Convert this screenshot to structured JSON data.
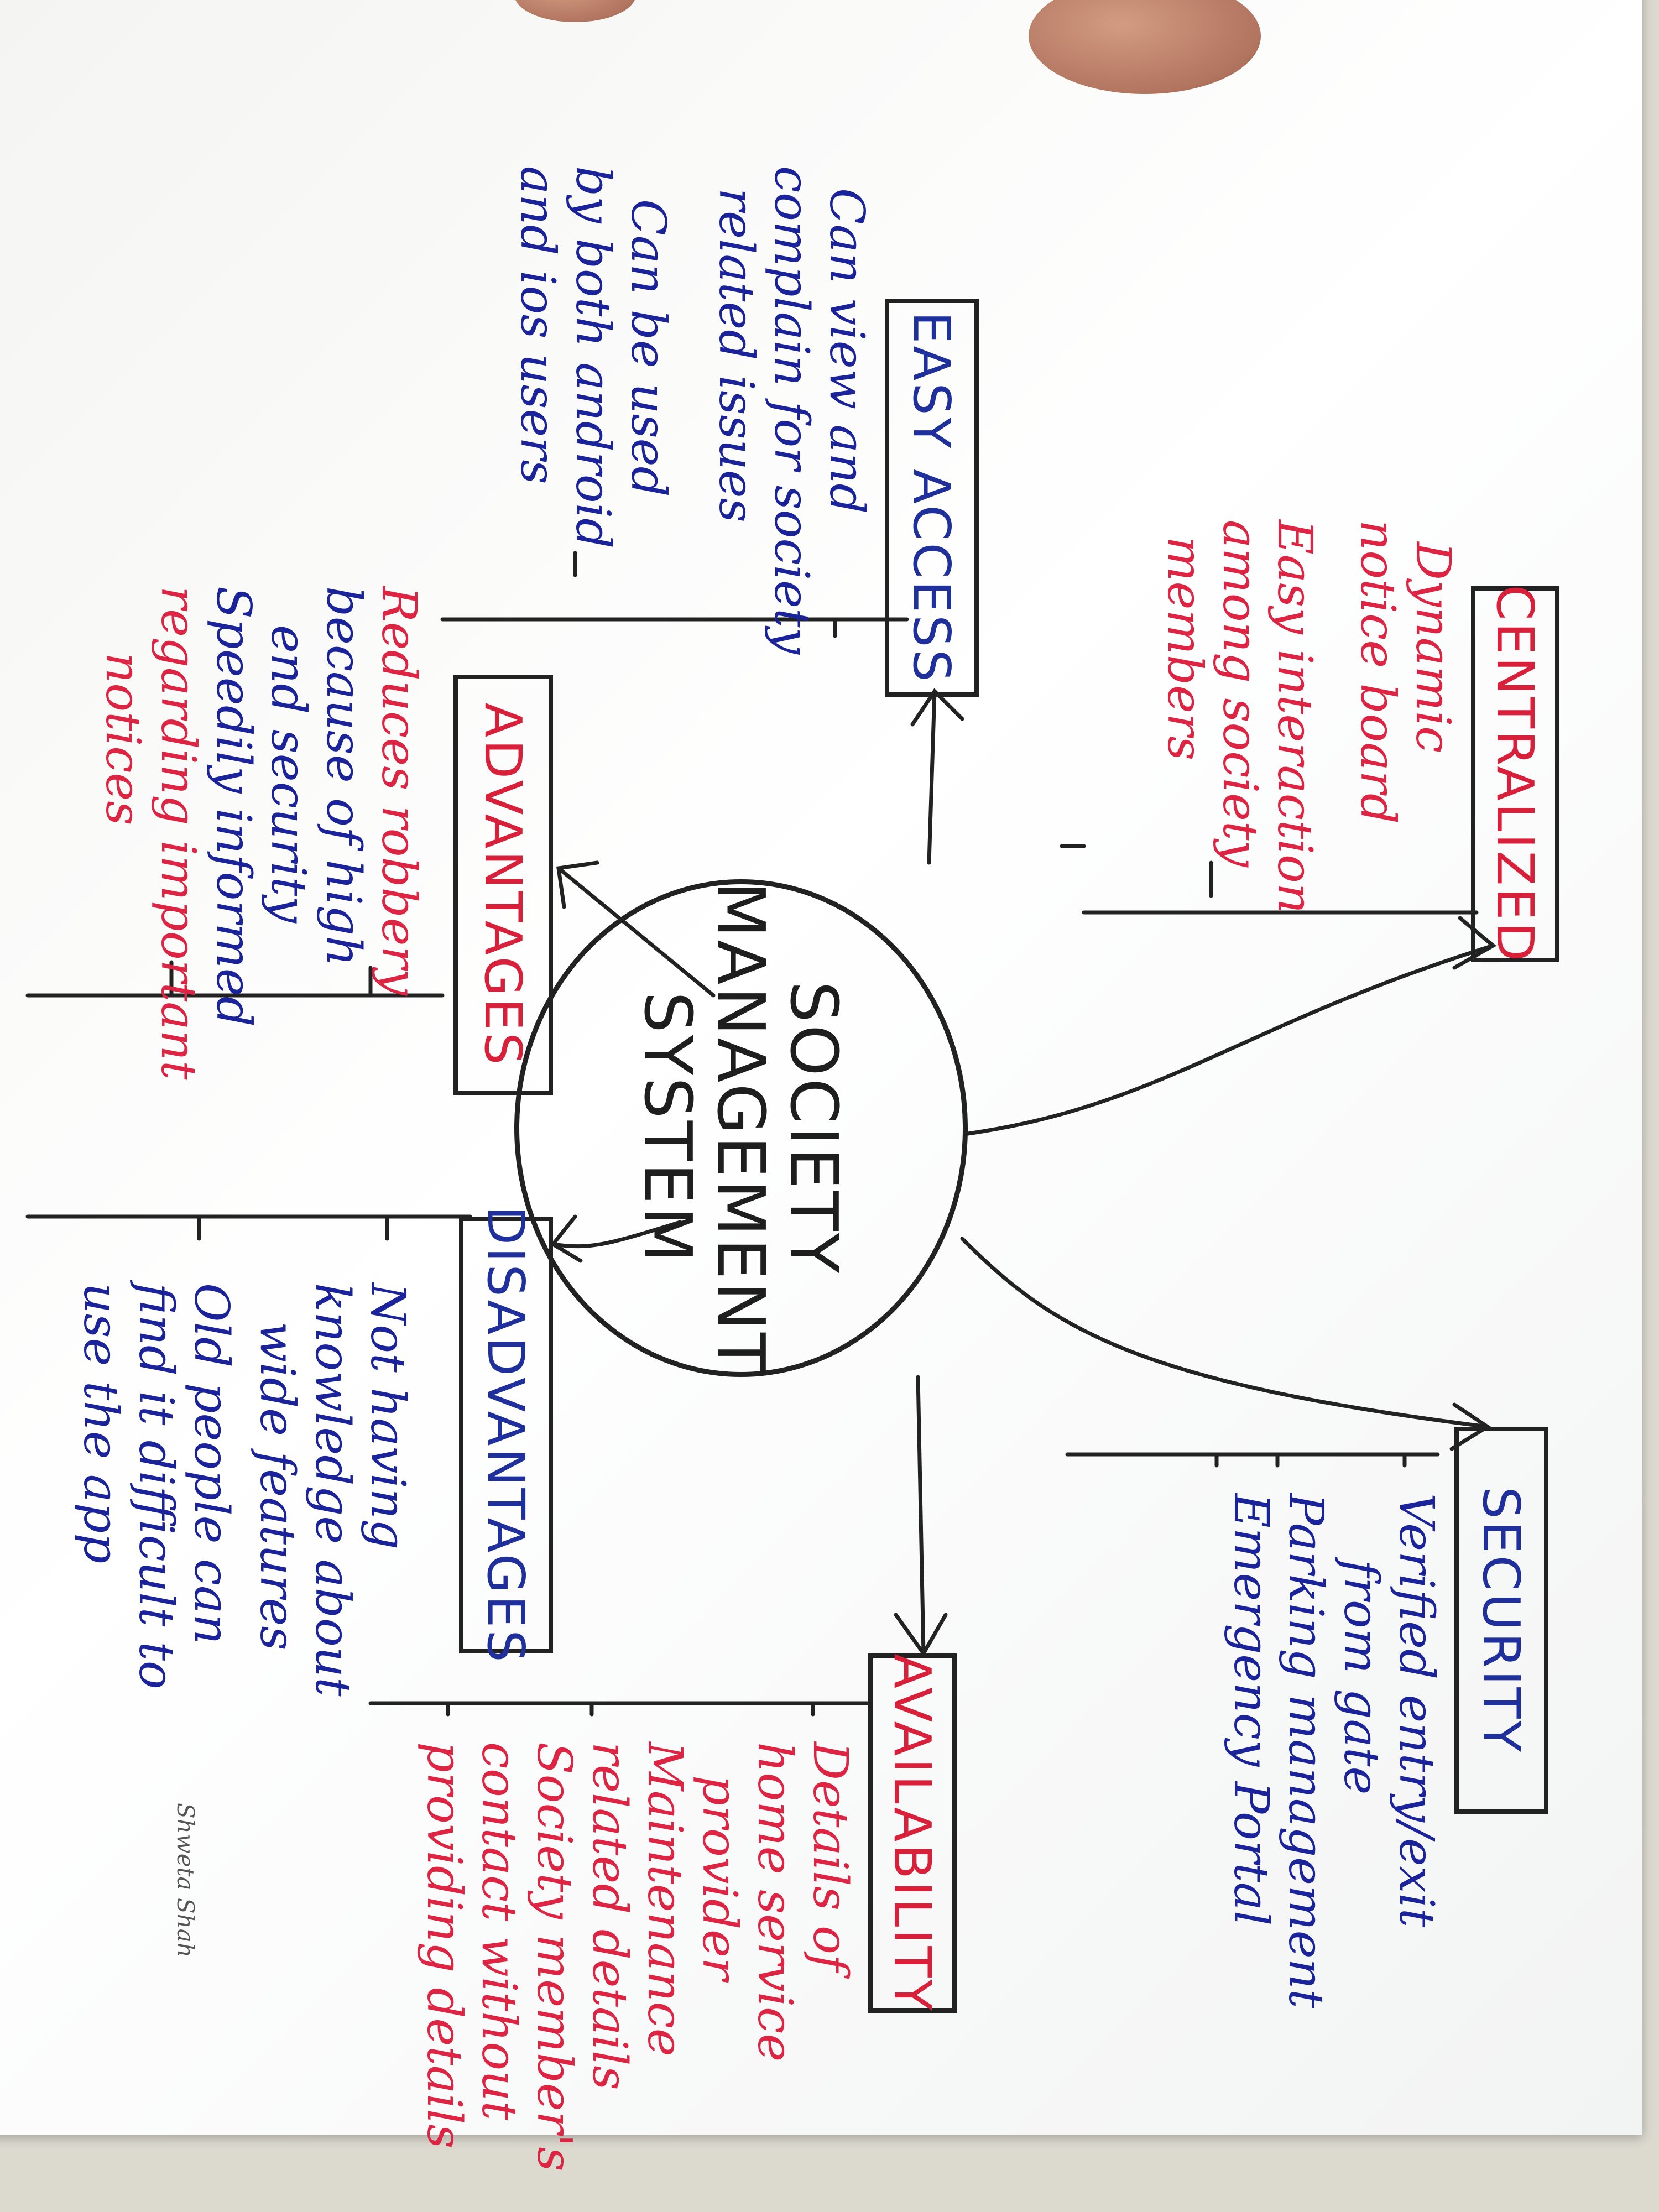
{
  "center": {
    "lines": [
      "SOCIETY",
      "MANAGEMENT",
      "SYSTEM"
    ]
  },
  "branches": {
    "centralized": {
      "title": "CENTRALIZED",
      "items": [
        "Dynamic",
        "notice board",
        "Easy interaction",
        "among society",
        "members"
      ]
    },
    "security": {
      "title": "SECURITY",
      "items": [
        "Verified entry/exit",
        "from gate",
        "Parking management",
        "Emergency Portal"
      ]
    },
    "availability": {
      "title": "AVAILABILITY",
      "items": [
        "Details of",
        "home service",
        "provider",
        "Maintenance",
        "related details",
        "Society member's",
        "contact without",
        "providing details"
      ]
    },
    "disadvantages": {
      "title": "DISADVANTAGES",
      "items": [
        "Not having",
        "knowledge about",
        "wide features",
        "Old people can",
        "find it difficult to",
        "use the app"
      ]
    },
    "advantages": {
      "title": "ADVANTAGES",
      "items": [
        "Reduces robbery",
        "because of high",
        "end security",
        "Speedily informed",
        "regarding important",
        "notices"
      ]
    },
    "easy_access": {
      "title": "EASY ACCESS",
      "items": [
        "Can view and",
        "complain for society",
        "related issues",
        "Can be used",
        "by both android",
        "and ios users"
      ]
    }
  },
  "signature": "Shweta Shah",
  "colors": {
    "red": "#dd2442",
    "blue": "#1b239a",
    "ink": "#222222"
  }
}
